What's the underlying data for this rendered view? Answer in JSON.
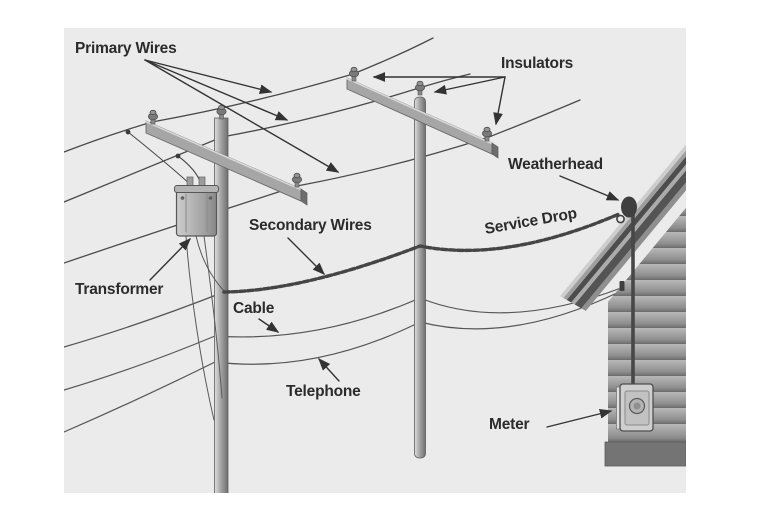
{
  "diagram": {
    "title_semantic": "residential electric service drop diagram",
    "labels": {
      "primary_wires": "Primary Wires",
      "insulators": "Insulators",
      "weatherhead": "Weatherhead",
      "secondary_wires": "Secondary Wires",
      "service_drop": "Service Drop",
      "transformer": "Transformer",
      "cable": "Cable",
      "telephone": "Telephone",
      "meter": "Meter"
    },
    "colors": {
      "canvas_bg": "#ebebeb",
      "page_bg": "#ffffff",
      "line_ink": "#3a3a3a",
      "label_text": "#2b2b2b"
    }
  }
}
